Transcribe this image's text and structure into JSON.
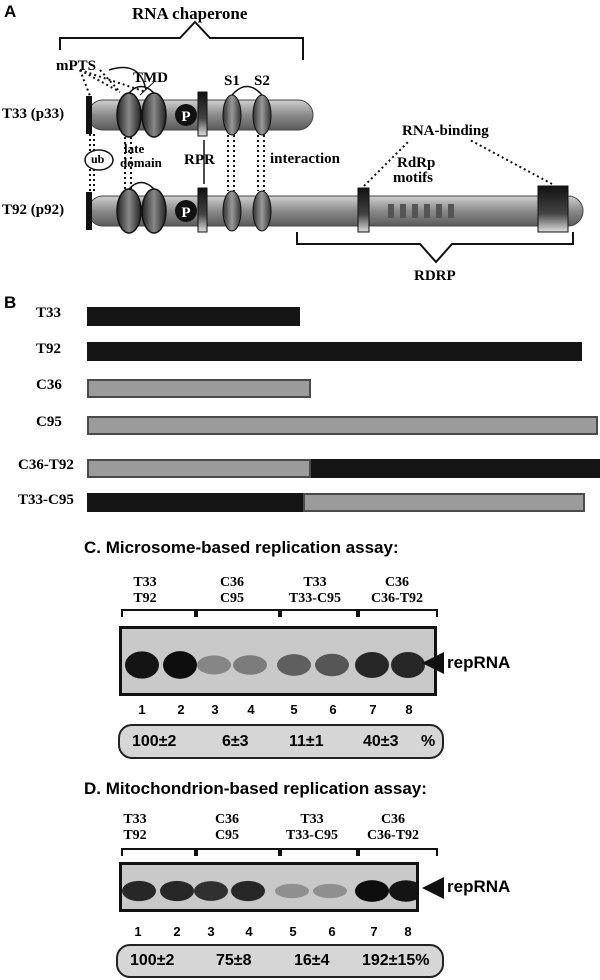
{
  "panelA": {
    "letter": "A",
    "rna_chaperone": "RNA chaperone",
    "mpts": "mPTS",
    "tmd": "TMD",
    "s1": "S1",
    "s2": "S2",
    "t33_label": "T33 (p33)",
    "t92_label": "T92 (p92)",
    "ub": "ub",
    "late_domain_1": "late",
    "late_domain_2": "domain",
    "rpr": "RPR",
    "interaction": "interaction",
    "p_symbol": "P",
    "rna_binding": "RNA-binding",
    "rdrp_motifs_1": "RdRp",
    "rdrp_motifs_2": "motifs",
    "rdrp": "RDRP"
  },
  "panelB": {
    "letter": "B",
    "constructs": [
      {
        "name": "T33"
      },
      {
        "name": "T92"
      },
      {
        "name": "C36"
      },
      {
        "name": "C95"
      },
      {
        "name": "C36-T92"
      },
      {
        "name": "T33-C95"
      }
    ]
  },
  "panelC": {
    "title": "C. Microsome-based replication assay:",
    "groups": [
      {
        "line1": "T33",
        "line2": "T92"
      },
      {
        "line1": "C36",
        "line2": "C95"
      },
      {
        "line1": "T33",
        "line2": "T33-C95"
      },
      {
        "line1": "C36",
        "line2": "C36-T92"
      }
    ],
    "lanes": [
      "1",
      "2",
      "3",
      "4",
      "5",
      "6",
      "7",
      "8"
    ],
    "band_label": "repRNA",
    "quant": [
      "100±2",
      "6±3",
      "11±1",
      "40±3",
      "%"
    ],
    "band_intensity": [
      0.95,
      0.98,
      0.35,
      0.4,
      0.55,
      0.6,
      0.85,
      0.85
    ]
  },
  "panelD": {
    "title": "D. Mitochondrion-based replication assay:",
    "groups": [
      {
        "line1": "T33",
        "line2": "T92"
      },
      {
        "line1": "C36",
        "line2": "C95"
      },
      {
        "line1": "T33",
        "line2": "T33-C95"
      },
      {
        "line1": "C36",
        "line2": "C36-T92"
      }
    ],
    "lanes": [
      "1",
      "2",
      "3",
      "4",
      "5",
      "6",
      "7",
      "8"
    ],
    "band_label": "repRNA",
    "quant": [
      "100±2",
      "75±8",
      "16±4",
      "192±15%"
    ],
    "band_intensity": [
      0.85,
      0.85,
      0.8,
      0.85,
      0.3,
      0.3,
      0.98,
      0.95
    ]
  }
}
